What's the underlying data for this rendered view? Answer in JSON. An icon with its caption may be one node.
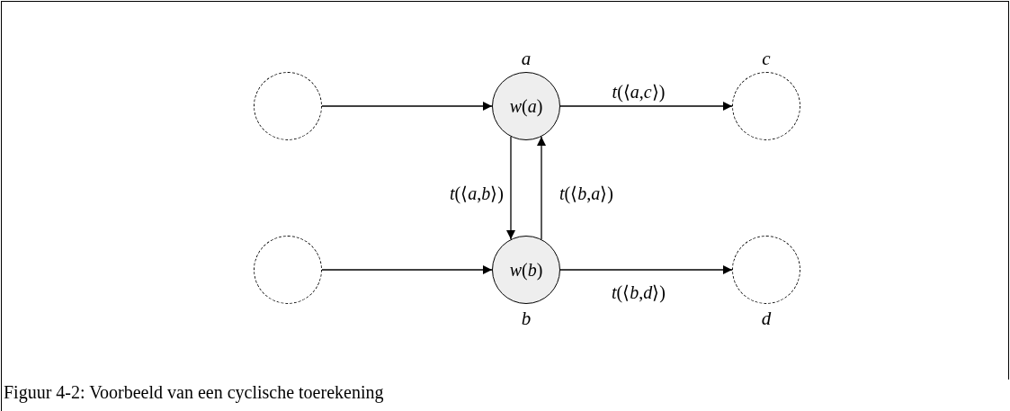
{
  "diagram": {
    "caption": "Figuur 4-2: Voorbeeld van een cyclische toerekening",
    "nodes": [
      {
        "text": [],
        "shape": "circle"
      },
      {
        "text": [
          "*w*(*a*)"
        ],
        "beside": [
          "*a*"
        ]
      },
      {
        "text": [],
        "shape": "circle",
        "beside": [
          "*c*"
        ]
      },
      {
        "text": [],
        "shape": "circle"
      },
      {
        "text": [
          "*w*(*b*)"
        ],
        "beside": [
          "*b*"
        ]
      },
      {
        "text": [],
        "shape": "circle",
        "beside": [
          "*d*"
        ]
      }
    ],
    "edges": [
      {
        "from": 0,
        "to": 1,
        "arrow": "to"
      },
      {
        "from": 1,
        "to": 2,
        "arrow": "to",
        "label": "*t*(⟨*a*,*c*⟩)"
      },
      {
        "from": 1,
        "to": 4,
        "arrow": "to",
        "label": "*t*(⟨*a*,*b*⟩)"
      },
      {
        "from": 4,
        "to": 1,
        "arrow": "to",
        "label": "*t*(⟨*b*,*a*⟩)"
      },
      {
        "from": 3,
        "to": 4,
        "arrow": "to"
      },
      {
        "from": 4,
        "to": 5,
        "arrow": "to",
        "label": "*t*(⟨*b*,*d*⟩)"
      }
    ]
  }
}
